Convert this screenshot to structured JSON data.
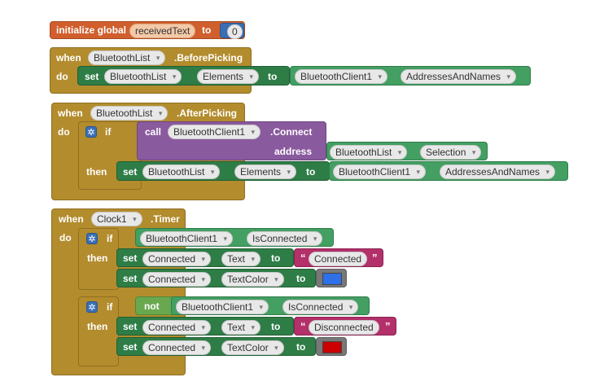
{
  "colors": {
    "blue_swatch": "#2f6fe8",
    "red_swatch": "#cc0000"
  },
  "global": {
    "initialize": "initialize global",
    "name": "receivedText",
    "to": "to",
    "value": "0"
  },
  "before": {
    "when": "when",
    "component": "BluetoothList",
    "event": ".BeforePicking",
    "do": "do",
    "set": "set",
    "set_component": "BluetoothList",
    "set_prop": "Elements",
    "to": "to",
    "get_component": "BluetoothClient1",
    "get_prop": "AddressesAndNames"
  },
  "after": {
    "when": "when",
    "component": "BluetoothList",
    "event": ".AfterPicking",
    "do": "do",
    "if": "if",
    "call": "call",
    "call_component": "BluetoothClient1",
    "method": ".Connect",
    "address": "address",
    "addr_component": "BluetoothList",
    "addr_prop": "Selection",
    "then": "then",
    "set": "set",
    "set_component": "BluetoothList",
    "set_prop": "Elements",
    "to": "to",
    "get_component": "BluetoothClient1",
    "get_prop": "AddressesAndNames"
  },
  "timer": {
    "when": "when",
    "component": "Clock1",
    "event": ".Timer",
    "do": "do",
    "if1": {
      "if": "if",
      "component": "BluetoothClient1",
      "prop": "IsConnected",
      "then": "then",
      "set1": {
        "set": "set",
        "component": "Connected",
        "prop": "Text",
        "to": "to",
        "text": "Connected"
      },
      "set2": {
        "set": "set",
        "component": "Connected",
        "prop": "TextColor",
        "to": "to"
      }
    },
    "if2": {
      "if": "if",
      "not": "not",
      "component": "BluetoothClient1",
      "prop": "IsConnected",
      "then": "then",
      "set1": {
        "set": "set",
        "component": "Connected",
        "prop": "Text",
        "to": "to",
        "text": "Disconnected"
      },
      "set2": {
        "set": "set",
        "component": "Connected",
        "prop": "TextColor",
        "to": "to"
      }
    }
  },
  "quote_open": "“",
  "quote_close": "”",
  "gear_glyph": "✲"
}
